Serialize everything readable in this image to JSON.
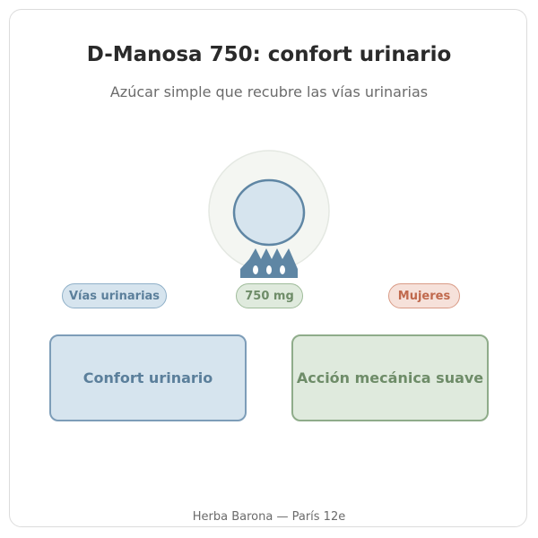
{
  "title": "D-Manosa 750: confort urinario",
  "subtitle": "Azúcar simple que recubre las vías urinarias",
  "badges": {
    "left": "Vías urinarias",
    "center": "750 mg",
    "right": "Mujeres"
  },
  "boxes": {
    "left": "Confort urinario",
    "right": "Acción mecánica suave"
  },
  "footer": "Herba Barona — París 12e",
  "colors": {
    "blue_fill": "#d6e4ee",
    "blue_stroke": "#7d9db8",
    "green_fill": "#dfeadd",
    "green_stroke": "#8fac8a",
    "red_fill": "#f6e1da",
    "red_stroke": "#d99b86",
    "shield_color": "#5f86a4"
  }
}
